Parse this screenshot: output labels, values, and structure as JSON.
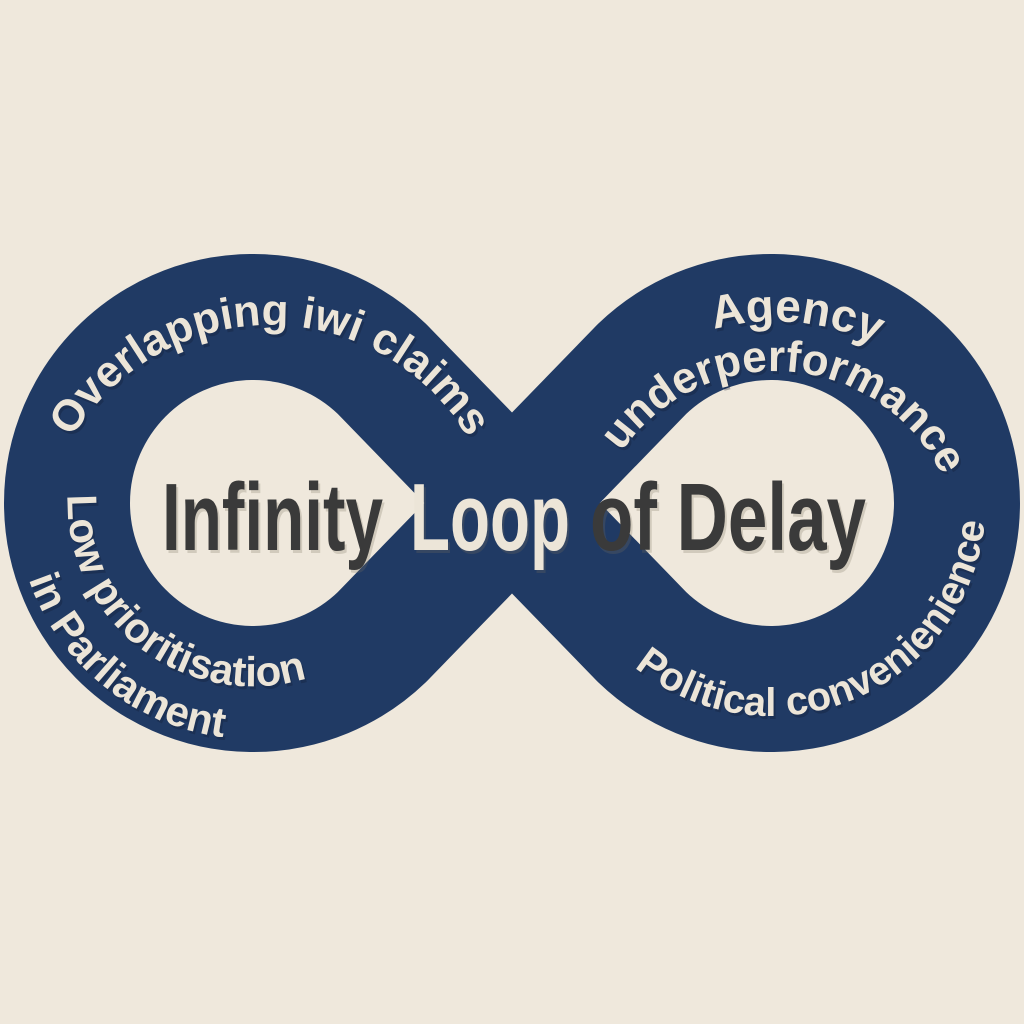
{
  "diagram": {
    "kind": "infinity-loop-cycle-diagram",
    "title_full": "Infinity Loop of Delay"
  },
  "title": {
    "part_infinity": "Infinity",
    "part_loop": "Loop",
    "part_of_delay": "of Delay"
  },
  "labels": {
    "top_left": "Overlapping iwi claims",
    "top_right_line1": "Agency",
    "top_right_line2": "underperformance",
    "bottom_left_line1": "Low prioritisation",
    "bottom_left_line2": "in Parliament",
    "bottom_right": "Political convenienience"
  },
  "colors": {
    "background": "#efe8dc",
    "loop_navy": "#203a64",
    "label_text": "#ece5d8",
    "title_text": "#3a3a3a"
  }
}
